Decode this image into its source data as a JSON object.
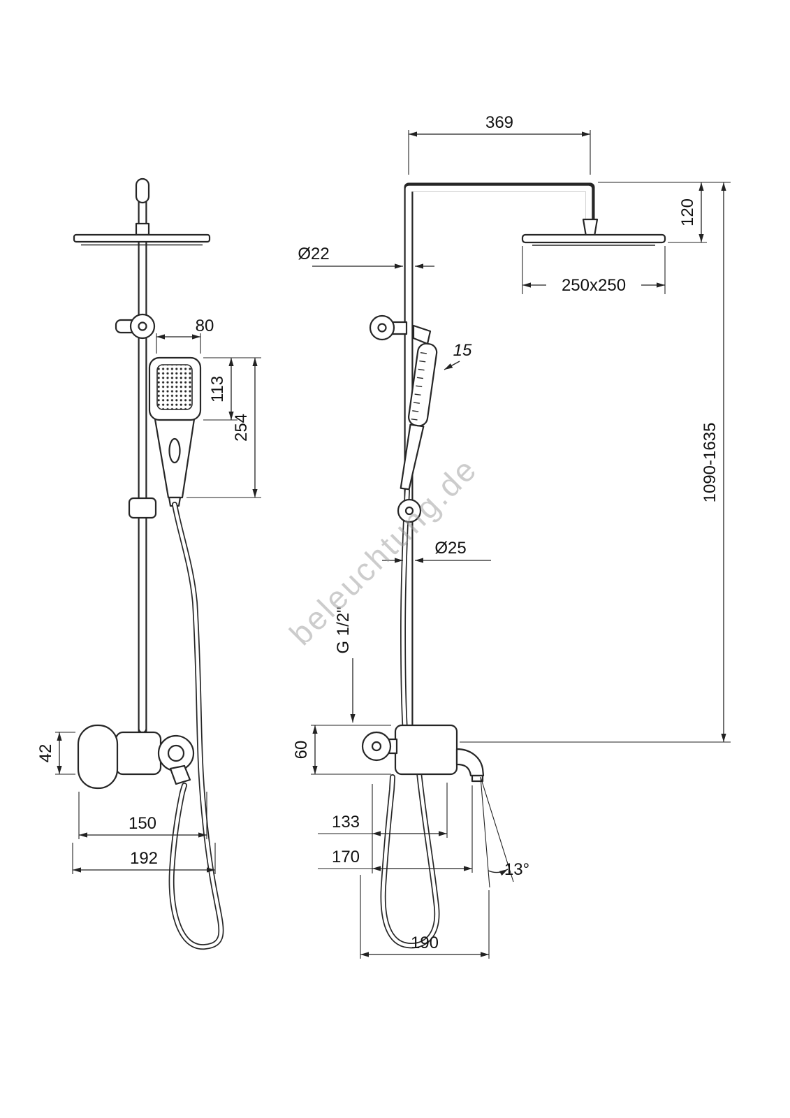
{
  "watermark": "beleuchtung.de",
  "front_view": {
    "dims": {
      "hand_shower_width": "80",
      "hand_shower_head_length": "113",
      "hand_shower_total_length": "254",
      "mixer_body_height": "42",
      "mixer_width": "150",
      "mixer_total_width": "192"
    }
  },
  "side_view": {
    "dims": {
      "arm_projection": "369",
      "head_offset_height": "120",
      "head_size": "250x250",
      "upper_pipe_diameter": "Ø22",
      "hand_shower_thickness": "15",
      "column_height_range": "1090-1635",
      "lower_pipe_diameter": "Ø25",
      "thread_size": "G 1/2\"",
      "mixer_height": "60",
      "spout_reach": "133",
      "mixer_depth": "170",
      "spout_angle": "13°",
      "total_depth": "190"
    }
  }
}
